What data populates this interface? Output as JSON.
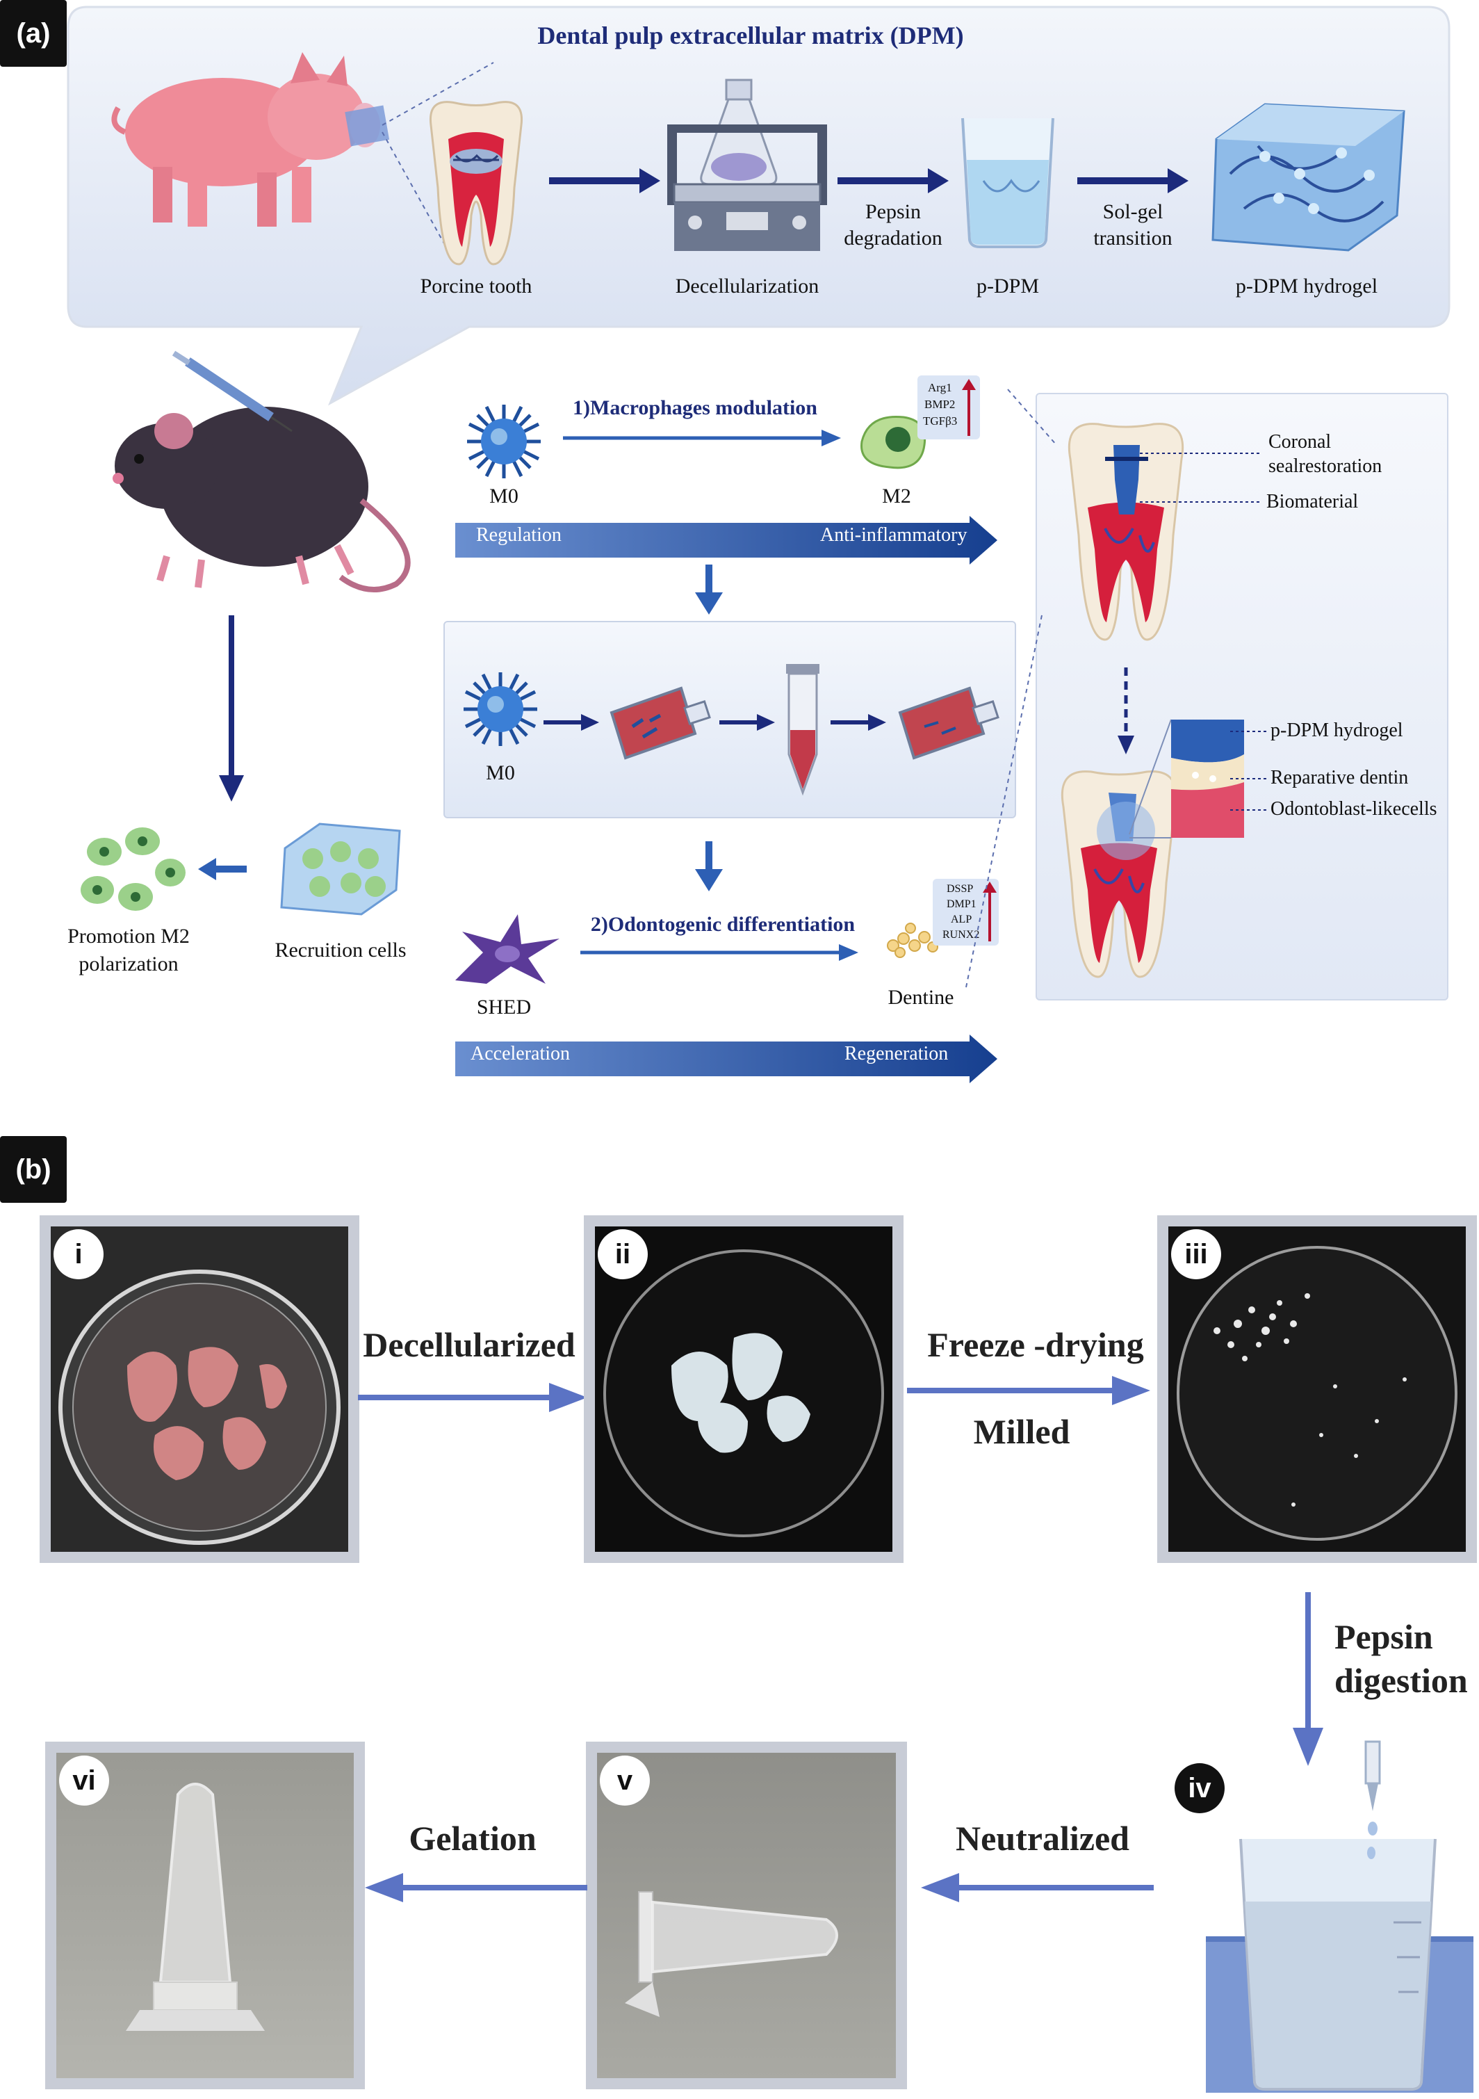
{
  "panel_a": {
    "tag": "(a)",
    "title": "Dental pulp extracellular matrix (DPM)",
    "steps": {
      "porcine_tooth": "Porcine tooth",
      "decellularization": "Decellularization",
      "pepsin_1": "Pepsin",
      "pepsin_2": "degradation",
      "p_dpm": "p-DPM",
      "solgel_1": "Sol-gel",
      "solgel_2": "transition",
      "p_dpm_hydrogel": "p-DPM hydrogel"
    },
    "macrophage": {
      "title": "1)Macrophages modulation",
      "m0": "M0",
      "m2": "M2",
      "markers": [
        "Arg1",
        "BMP2",
        "TGFβ3"
      ],
      "bar_left": "Regulation",
      "bar_right": "Anti-inflammatory"
    },
    "culture": {
      "m0": "M0"
    },
    "odonto": {
      "title": "2)Odontogenic differentiation",
      "shed": "SHED",
      "dentine": "Dentine",
      "markers": [
        "DSSP",
        "DMP1",
        "ALP",
        "RUNX2"
      ],
      "bar_left": "Acceleration",
      "bar_right": "Regeneration"
    },
    "left": {
      "promotion_1": "Promotion M2",
      "promotion_2": "polarization",
      "recruition": "Recruition cells"
    },
    "tooth_panel": {
      "coronal_1": "Coronal",
      "coronal_2": "sealrestoration",
      "biomaterial": "Biomaterial",
      "hydrogel": "p-DPM hydrogel",
      "reparative": "Reparative dentin",
      "odontoblast": "Odontoblast-likecells"
    }
  },
  "panel_b": {
    "tag": "(b)",
    "photos": [
      "i",
      "ii",
      "iii",
      "iv",
      "v",
      "vi"
    ],
    "arrows": {
      "decellularized": "Decellularized",
      "freeze_drying": "Freeze -drying",
      "milled": "Milled",
      "pepsin_1": "Pepsin",
      "pepsin_2": "digestion",
      "neutralized": "Neutralized",
      "gelation": "Gelation"
    }
  },
  "colors": {
    "arrow_navy": "#1c2a7c",
    "arrow_light": "#5b73c4",
    "bar_blue": "#1f4f9c",
    "panel_bg": "#e6ecf7",
    "photo_frame": "#c8ccd6"
  }
}
